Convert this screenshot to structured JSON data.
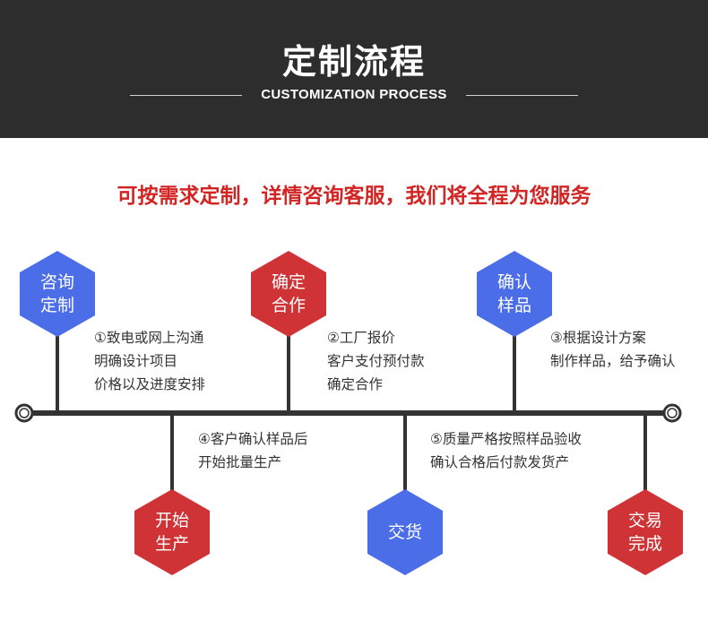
{
  "header": {
    "title": "定制流程",
    "subtitle": "CUSTOMIZATION PROCESS"
  },
  "tagline": "可按需求定制，详情咨询客服，我们将全程为您服务",
  "colors": {
    "header_bg": "#2d2d2d",
    "tagline": "#d32424",
    "hex_blue": "#4b6ee8",
    "hex_red": "#cf3336",
    "timeline": "#333333"
  },
  "steps": [
    {
      "hex_label": "咨询定制",
      "hex_color": "blue",
      "desc": [
        "①致电或网上沟通",
        "明确设计项目",
        "价格以及进度安排"
      ]
    },
    {
      "hex_label": "确定合作",
      "hex_color": "red",
      "desc": [
        "②工厂报价",
        "客户支付预付款",
        "确定合作"
      ]
    },
    {
      "hex_label": "确认样品",
      "hex_color": "blue",
      "desc": [
        "③根据设计方案",
        "制作样品，给予确认"
      ]
    },
    {
      "hex_label": "开始生产",
      "hex_color": "red",
      "desc": [
        "④客户确认样品后",
        "开始批量生产"
      ]
    },
    {
      "hex_label": "交货",
      "hex_color": "blue",
      "desc": [
        "⑤质量严格按照样品验收",
        "确认合格后付款发货产"
      ]
    },
    {
      "hex_label": "交易完成",
      "hex_color": "red",
      "desc": []
    }
  ]
}
